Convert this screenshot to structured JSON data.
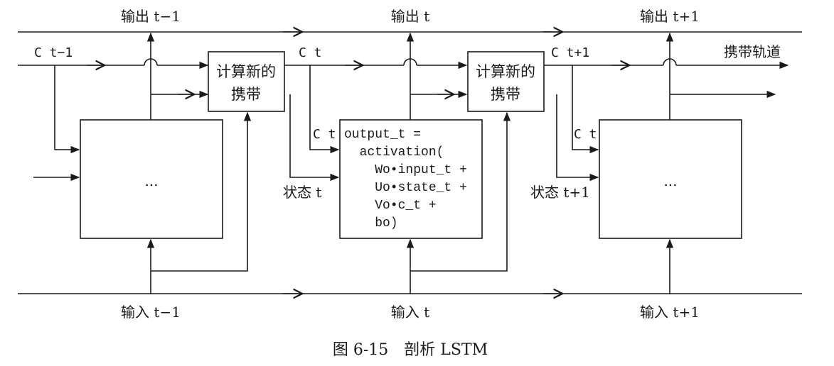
{
  "labels": {
    "output_prev": "输出 t−1",
    "output_cur": "输出 t",
    "output_next": "输出 t+1",
    "carry_prev": "C t−1",
    "carry_cur_top": "C t",
    "carry_next_top": "C t+1",
    "carry_track": "携带轨道",
    "carry_cur_side": "C t",
    "carry_next_side": "C t",
    "state_cur": "状态 t",
    "state_next": "状态 t+1",
    "input_prev": "输入 t−1",
    "input_cur": "输入 t",
    "input_next": "输入 t+1"
  },
  "compute_box": {
    "line1": "计算新的",
    "line2": "携带"
  },
  "cells": {
    "prev_placeholder": "...",
    "next_placeholder": "...",
    "middle_code": [
      "output_t =",
      "  activation(",
      "    Wo•input_t +",
      "    Uo•state_t +",
      "    Vo•c_t +",
      "    bo)"
    ]
  },
  "caption": "图 6-15　剖析 LSTM"
}
